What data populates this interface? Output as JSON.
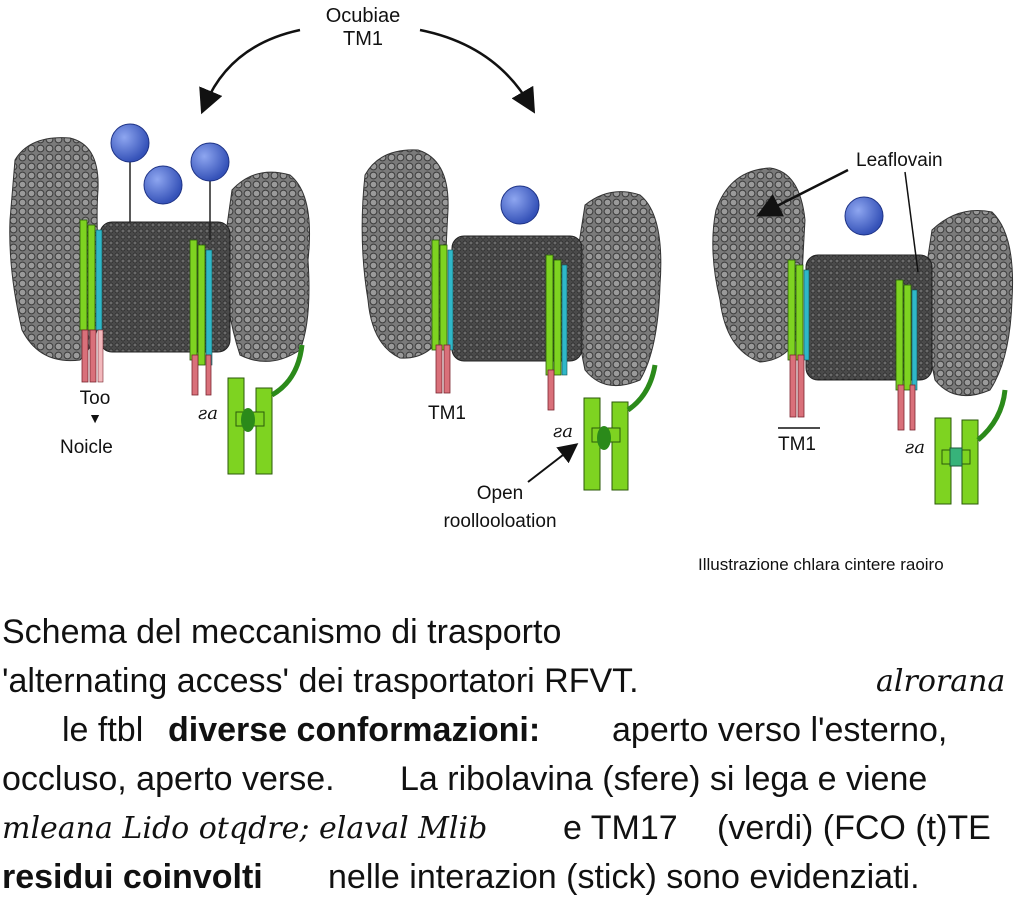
{
  "labels": {
    "top_arrow_label_line1": "Ocubiae",
    "top_arrow_label_line2": "TM1",
    "panel1_left_label_line1": "Too",
    "panel1_left_label_mark": "▼",
    "panel1_left_label_line2": "Noicle",
    "panel1_stick_label": "ƨa",
    "panel2_tm_label": "TM1",
    "panel2_stick_label": "ƨa",
    "panel2_open_line1": "Open",
    "panel2_open_line2": "roollooloation",
    "panel3_pointer_label": "Leaflovain",
    "panel3_tm_label": "TM1",
    "panel3_stick_label": "ƨa",
    "figure_credit": "Illustrazione chlara cintere raoiro"
  },
  "caption": {
    "line1": "Schema del meccanismo di trasporto",
    "line2_main": "'alternating access' dei trasportatori RFVT.",
    "line2_right": "alrorana",
    "line3_prefix": "le ftbl",
    "line3_bold": "diverse conformazioni:",
    "line3_rest": "aperto verso l'esterno,",
    "line4_left": "occluso, aperto verse.",
    "line4_right": "La ribolavina (sfere) si lega e viene",
    "line5_garbled": "mleana Lido otqdre; elaval Mlib",
    "line5_mid": "e TM17",
    "line5_right": "(verdi) (FCO (t)TE",
    "line6_bold": "residui coinvolti",
    "line6_rest": "nelle interazion (stick) sono evidenziati."
  },
  "colors": {
    "protein_gray": "#6b6b6b",
    "helix_green": "#7ed321",
    "helix_red": "#d9707a",
    "helix_cyan": "#2fb7c9",
    "ligand_blue": "#4d69d1",
    "membrane_dark": "#3c3c3c"
  }
}
